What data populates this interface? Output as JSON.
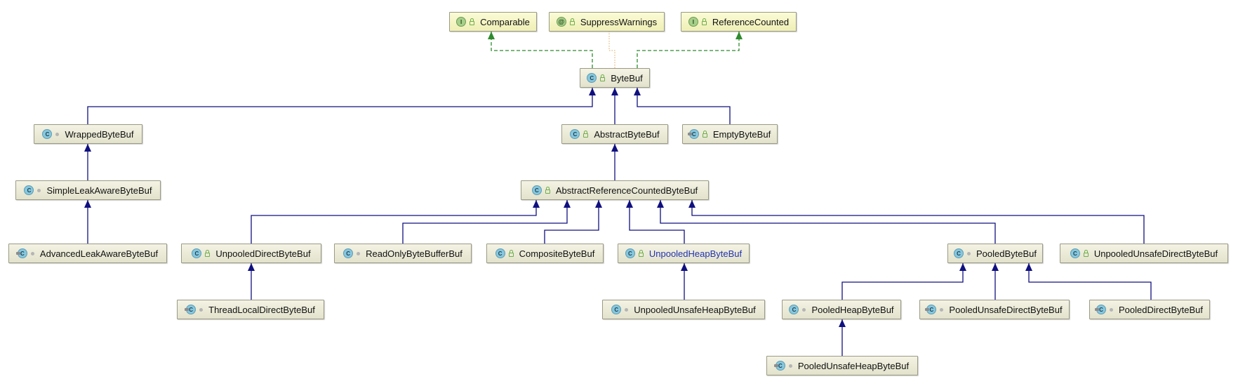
{
  "diagram": {
    "nodes": [
      {
        "id": "comparable",
        "label": "Comparable",
        "kind": "interface",
        "badge": "I",
        "visibility": "public"
      },
      {
        "id": "suppresswarnings",
        "label": "SuppressWarnings",
        "kind": "annotation",
        "badge": "@",
        "visibility": "public"
      },
      {
        "id": "referencecounted",
        "label": "ReferenceCounted",
        "kind": "interface",
        "badge": "I",
        "visibility": "public"
      },
      {
        "id": "bytebuf",
        "label": "ByteBuf",
        "kind": "abstract-class",
        "badge": "C",
        "visibility": "public"
      },
      {
        "id": "wrappedbytebuf",
        "label": "WrappedByteBuf",
        "kind": "class",
        "badge": "C",
        "visibility": "package"
      },
      {
        "id": "abstractbytebuf",
        "label": "AbstractByteBuf",
        "kind": "abstract-class",
        "badge": "C",
        "visibility": "public"
      },
      {
        "id": "emptybytebuf",
        "label": "EmptyByteBuf",
        "kind": "final-class",
        "badge": "C",
        "visibility": "public"
      },
      {
        "id": "simpleleakawarebytebuf",
        "label": "SimpleLeakAwareByteBuf",
        "kind": "class",
        "badge": "C",
        "visibility": "package"
      },
      {
        "id": "abstractreferencecountedbytebuf",
        "label": "AbstractReferenceCountedByteBuf",
        "kind": "abstract-class",
        "badge": "C",
        "visibility": "public"
      },
      {
        "id": "advancedleakawarebytebuf",
        "label": "AdvancedLeakAwareByteBuf",
        "kind": "final-class",
        "badge": "C",
        "visibility": "package"
      },
      {
        "id": "unpooleddirectbytebuf",
        "label": "UnpooledDirectByteBuf",
        "kind": "class",
        "badge": "C",
        "visibility": "public"
      },
      {
        "id": "readonlybytebufferbuf",
        "label": "ReadOnlyByteBufferBuf",
        "kind": "class",
        "badge": "C",
        "visibility": "package"
      },
      {
        "id": "compositebytebuf",
        "label": "CompositeByteBuf",
        "kind": "class",
        "badge": "C",
        "visibility": "public"
      },
      {
        "id": "unpooledheapbytebuf",
        "label": "UnpooledHeapByteBuf",
        "kind": "class",
        "badge": "C",
        "visibility": "public",
        "highlight": true
      },
      {
        "id": "pooledbytebuf",
        "label": "PooledByteBuf",
        "kind": "abstract-class",
        "badge": "C",
        "visibility": "package"
      },
      {
        "id": "unpooledunsafedirectbytebuf",
        "label": "UnpooledUnsafeDirectByteBuf",
        "kind": "class",
        "badge": "C",
        "visibility": "public"
      },
      {
        "id": "threadlocaldirectbytebuf",
        "label": "ThreadLocalDirectByteBuf",
        "kind": "final-class",
        "badge": "C",
        "visibility": "package"
      },
      {
        "id": "unpooledunsafeheapbytebuf",
        "label": "UnpooledUnsafeHeapByteBuf",
        "kind": "class",
        "badge": "C",
        "visibility": "package"
      },
      {
        "id": "pooledheapbytebuf",
        "label": "PooledHeapByteBuf",
        "kind": "class",
        "badge": "C",
        "visibility": "package"
      },
      {
        "id": "pooledunsafedirectbytebuf",
        "label": "PooledUnsafeDirectByteBuf",
        "kind": "final-class",
        "badge": "C",
        "visibility": "package"
      },
      {
        "id": "pooleddirectbytebuf",
        "label": "PooledDirectByteBuf",
        "kind": "final-class",
        "badge": "C",
        "visibility": "package"
      },
      {
        "id": "pooledunsafeheapbytebuf",
        "label": "PooledUnsafeHeapByteBuf",
        "kind": "final-class",
        "badge": "C",
        "visibility": "package"
      }
    ],
    "edges": [
      {
        "from": "bytebuf",
        "to": "comparable",
        "type": "implements"
      },
      {
        "from": "bytebuf",
        "to": "suppresswarnings",
        "type": "annotated"
      },
      {
        "from": "bytebuf",
        "to": "referencecounted",
        "type": "implements"
      },
      {
        "from": "wrappedbytebuf",
        "to": "bytebuf",
        "type": "extends"
      },
      {
        "from": "abstractbytebuf",
        "to": "bytebuf",
        "type": "extends"
      },
      {
        "from": "emptybytebuf",
        "to": "bytebuf",
        "type": "extends"
      },
      {
        "from": "simpleleakawarebytebuf",
        "to": "wrappedbytebuf",
        "type": "extends"
      },
      {
        "from": "advancedleakawarebytebuf",
        "to": "simpleleakawarebytebuf",
        "type": "extends"
      },
      {
        "from": "abstractreferencecountedbytebuf",
        "to": "abstractbytebuf",
        "type": "extends"
      },
      {
        "from": "unpooleddirectbytebuf",
        "to": "abstractreferencecountedbytebuf",
        "type": "extends"
      },
      {
        "from": "readonlybytebufferbuf",
        "to": "abstractreferencecountedbytebuf",
        "type": "extends"
      },
      {
        "from": "compositebytebuf",
        "to": "abstractreferencecountedbytebuf",
        "type": "extends"
      },
      {
        "from": "unpooledheapbytebuf",
        "to": "abstractreferencecountedbytebuf",
        "type": "extends"
      },
      {
        "from": "pooledbytebuf",
        "to": "abstractreferencecountedbytebuf",
        "type": "extends"
      },
      {
        "from": "unpooledunsafedirectbytebuf",
        "to": "abstractreferencecountedbytebuf",
        "type": "extends"
      },
      {
        "from": "threadlocaldirectbytebuf",
        "to": "unpooleddirectbytebuf",
        "type": "extends"
      },
      {
        "from": "unpooledunsafeheapbytebuf",
        "to": "unpooledheapbytebuf",
        "type": "extends"
      },
      {
        "from": "pooledheapbytebuf",
        "to": "pooledbytebuf",
        "type": "extends"
      },
      {
        "from": "pooledunsafedirectbytebuf",
        "to": "pooledbytebuf",
        "type": "extends"
      },
      {
        "from": "pooleddirectbytebuf",
        "to": "pooledbytebuf",
        "type": "extends"
      },
      {
        "from": "pooledunsafeheapbytebuf",
        "to": "pooledheapbytebuf",
        "type": "extends"
      }
    ],
    "colors": {
      "extends": "#101080",
      "implements": "#2e8b2e",
      "annotated": "#d9a860",
      "highlight_text": "#2233b0"
    }
  }
}
